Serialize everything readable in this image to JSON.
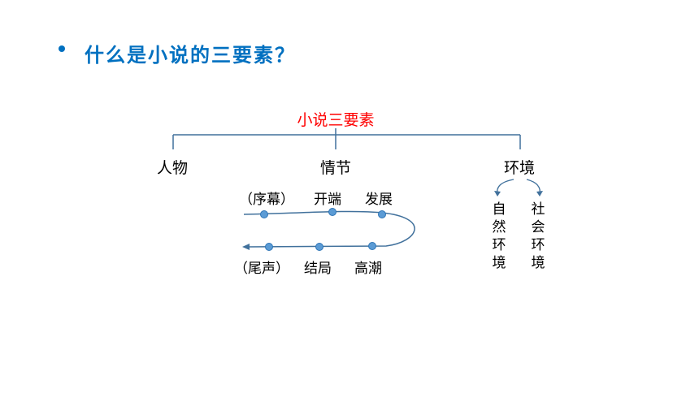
{
  "question": {
    "bullet": "•",
    "text": "什么是小说的三要素？"
  },
  "diagram": {
    "root": "小说三要素",
    "branches": {
      "characters": "人物",
      "plot": "情节",
      "environment": "环境"
    },
    "plot_stages": {
      "top": [
        "（序幕）",
        "开端",
        "发展"
      ],
      "bottom": [
        "（尾声）",
        "结局",
        "高潮"
      ]
    },
    "environment_sub": {
      "natural": "自然环境",
      "social": "社会环境"
    },
    "colors": {
      "connector": "#41719c",
      "dot": "#5b9bd5",
      "dot_border": "#2e75b6",
      "root_text": "#ff0000",
      "question_text": "#0070c0"
    }
  }
}
